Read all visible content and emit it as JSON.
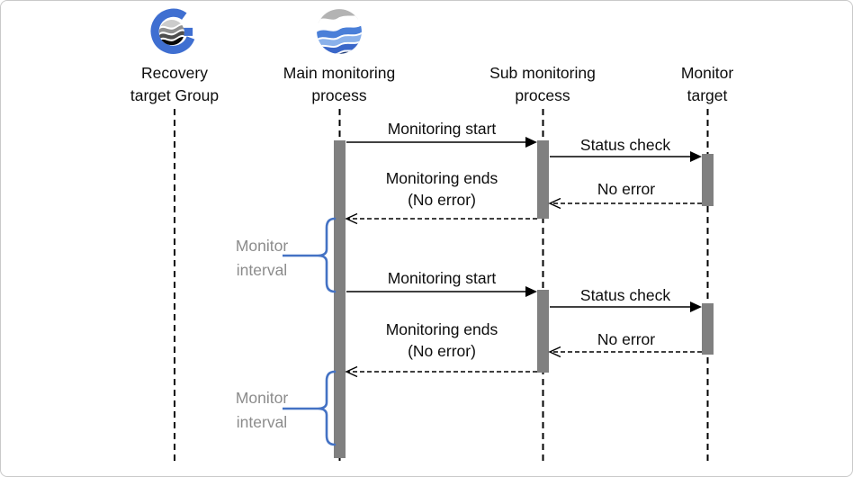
{
  "canvas": {
    "background": "#ffffff",
    "border_color": "#c9c9c9"
  },
  "colors": {
    "activation_bar": "#808080",
    "lifeline": "#000000",
    "arrow": "#000000",
    "interval_brace": "#4472c4",
    "interval_text": "#8c8c8c",
    "text": "#0d0d0d",
    "logo_blue": "#3f6fd1",
    "logo_navy": "#1d3a78"
  },
  "lifelines": [
    {
      "id": "recovery-target-group",
      "line1": "Recovery",
      "line2": "target Group",
      "icon": "recovery-group-logo-icon"
    },
    {
      "id": "main-monitoring-process",
      "line1": "Main monitoring",
      "line2": "process",
      "icon": "monitoring-globe-logo-icon"
    },
    {
      "id": "sub-monitoring-process",
      "line1": "Sub monitoring",
      "line2": "process"
    },
    {
      "id": "monitor-target",
      "line1": "Monitor",
      "line2": "target"
    }
  ],
  "messages": [
    {
      "label": "Monitoring start",
      "type": "sync",
      "from": "Main monitoring process",
      "to": "Sub monitoring process"
    },
    {
      "label": "Status check",
      "type": "sync",
      "from": "Sub monitoring process",
      "to": "Monitor target"
    },
    {
      "label": "No error",
      "type": "return",
      "from": "Monitor target",
      "to": "Sub monitoring process"
    },
    {
      "line1": "Monitoring ends",
      "line2": "(No error)",
      "type": "return",
      "from": "Sub monitoring process",
      "to": "Main monitoring process"
    },
    {
      "label": "Monitoring start",
      "type": "sync",
      "from": "Main monitoring process",
      "to": "Sub monitoring process"
    },
    {
      "label": "Status check",
      "type": "sync",
      "from": "Sub monitoring process",
      "to": "Monitor target"
    },
    {
      "label": "No error",
      "type": "return",
      "from": "Monitor target",
      "to": "Sub monitoring process"
    },
    {
      "line1": "Monitoring ends",
      "line2": "(No error)",
      "type": "return",
      "from": "Sub monitoring process",
      "to": "Main monitoring process"
    }
  ],
  "intervals": [
    {
      "line1": "Monitor",
      "line2": "interval"
    },
    {
      "line1": "Monitor",
      "line2": "interval"
    }
  ]
}
